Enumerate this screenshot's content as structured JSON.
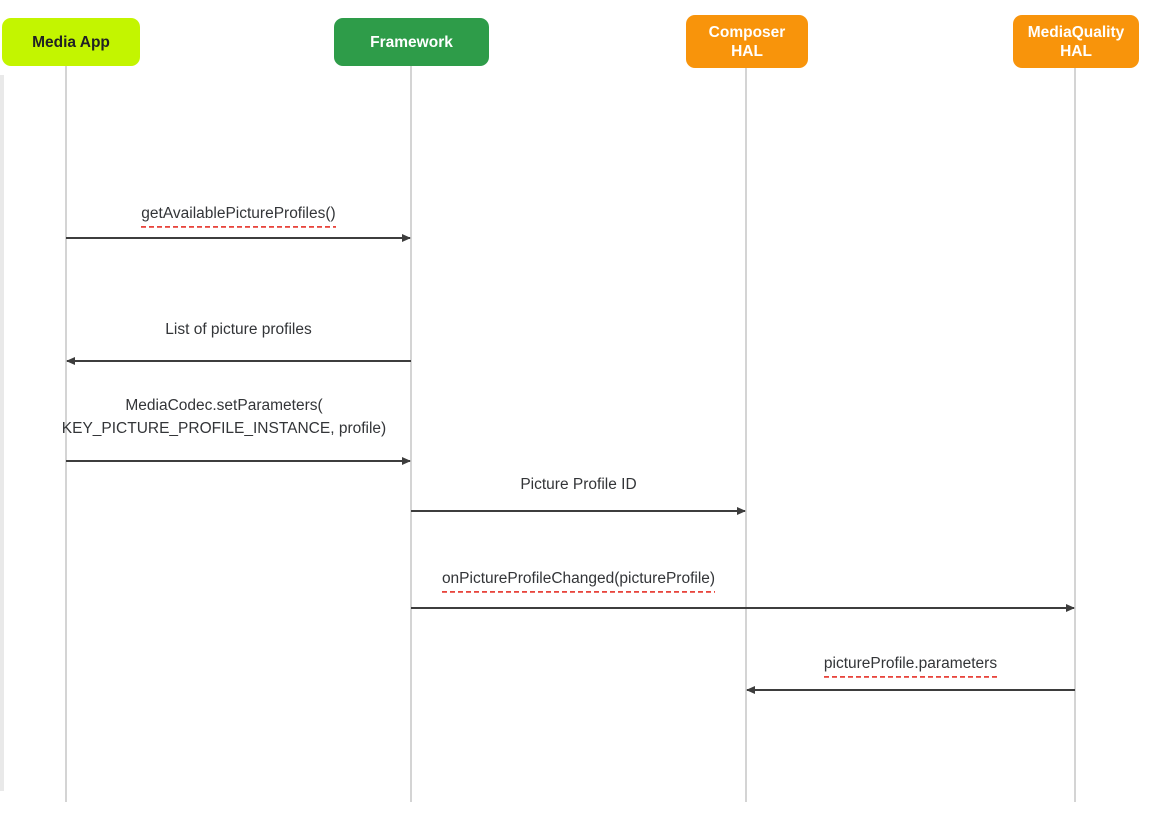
{
  "diagram": {
    "actors": [
      {
        "label": "Media App",
        "fill": "#c3f500",
        "text_color": "#202124"
      },
      {
        "label": "Framework",
        "fill": "#2e9c49",
        "text_color": "#ffffff"
      },
      {
        "label": "Composer HAL",
        "fill": "#f8940b",
        "text_color": "#ffffff"
      },
      {
        "label": "MediaQuality HAL",
        "fill": "#f8940b",
        "text_color": "#ffffff"
      }
    ],
    "messages": [
      {
        "label": "getAvailablePictureProfiles()",
        "from": "Media App",
        "to": "Framework",
        "direction": "right",
        "spellcheck_underline": true
      },
      {
        "label": "List of picture profiles",
        "from": "Framework",
        "to": "Media App",
        "direction": "left",
        "spellcheck_underline": false
      },
      {
        "label_line1": "MediaCodec.setParameters(",
        "label_line2": "KEY_PICTURE_PROFILE_INSTANCE, profile)",
        "from": "Media App",
        "to": "Framework",
        "direction": "right",
        "spellcheck_underline": false
      },
      {
        "label": "Picture Profile ID",
        "from": "Framework",
        "to": "Composer HAL",
        "direction": "right",
        "spellcheck_underline": false
      },
      {
        "label": "onPictureProfileChanged(pictureProfile)",
        "from": "Framework",
        "to": "MediaQuality HAL",
        "direction": "right",
        "spellcheck_underline": true
      },
      {
        "label": "pictureProfile.parameters",
        "from": "MediaQuality HAL",
        "to": "Composer HAL",
        "direction": "left",
        "spellcheck_underline": true
      }
    ],
    "colors": {
      "lifeline": "#d4d4d4",
      "arrow": "#3d3d3d",
      "label_text": "#333538",
      "spellcheck_underline": "#e8453c",
      "background": "#ffffff",
      "page_edge": "#e9e9e9"
    }
  }
}
